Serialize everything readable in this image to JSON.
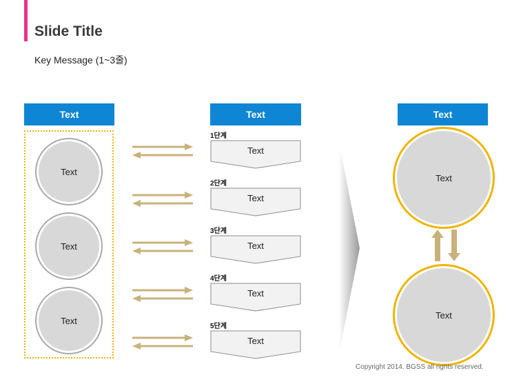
{
  "slide": {
    "title": "Slide Title",
    "key_message": "Key Message (1~3줄)",
    "accent_color": "#e8338b"
  },
  "columns": {
    "left_header": "Text",
    "middle_header": "Text",
    "right_header": "Text",
    "header_color": "#0f86d3"
  },
  "left_circles": [
    "Text",
    "Text",
    "Text"
  ],
  "stages": [
    {
      "label": "1단계",
      "text": "Text"
    },
    {
      "label": "2단계",
      "text": "Text"
    },
    {
      "label": "3단계",
      "text": "Text"
    },
    {
      "label": "4단계",
      "text": "Text"
    },
    {
      "label": "5단계",
      "text": "Text"
    }
  ],
  "right_circles": [
    "Text",
    "Text"
  ],
  "colors": {
    "arrow": "#c8b27c",
    "ring_gold": "#f0b400",
    "circle_fill": "#d8d8d8"
  },
  "footer": {
    "copyright": "Copyright 2014. BGSS all rights reserved."
  }
}
